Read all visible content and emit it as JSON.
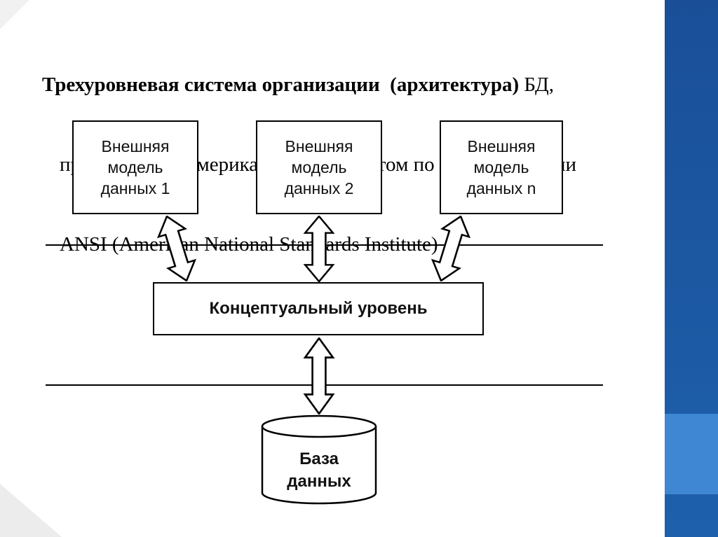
{
  "title": {
    "line1_bold": "Трехуровневая система организации  (архитектура)",
    "line1_regular": " БД,",
    "line2": "предложенная американским комитетом по стандартизации",
    "line3": "ANSI (American National Standards Institute)"
  },
  "diagram": {
    "external_models": [
      {
        "label": "Внешняя\nмодель\nданных 1"
      },
      {
        "label": "Внешняя\nмодель\nданных 2"
      },
      {
        "label": "Внешняя\nмодель\nданных n"
      }
    ],
    "conceptual_level": "Концептуальный уровень",
    "database": "База\nданных"
  },
  "colors": {
    "accent_bar_blue": "#1e60ac",
    "accent_square_blue": "#3f87d2",
    "line_black": "#000000",
    "background": "#ffffff"
  }
}
